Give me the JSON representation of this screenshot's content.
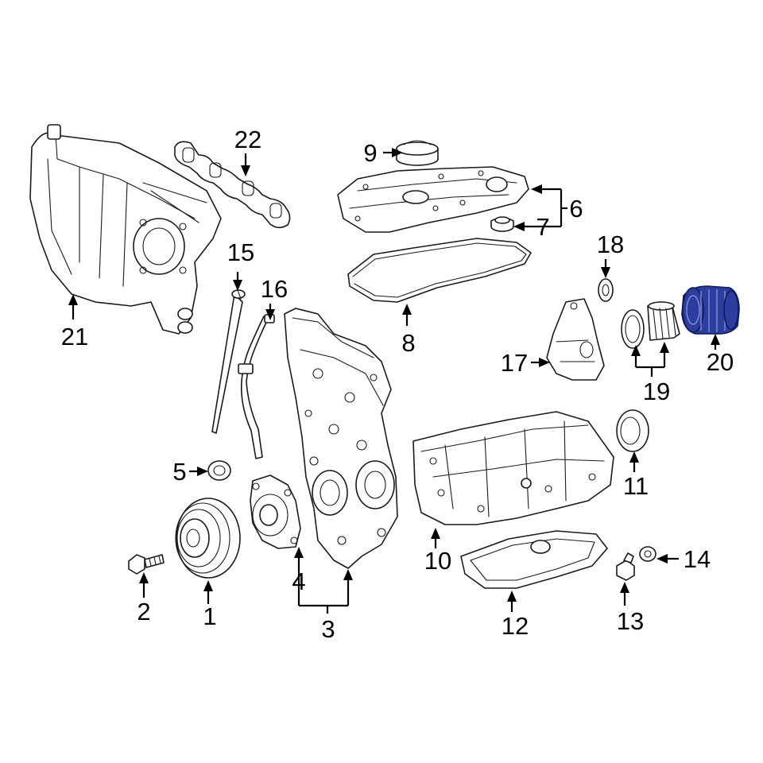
{
  "diagram": {
    "callouts": {
      "c1": "1",
      "c2": "2",
      "c3": "3",
      "c4": "4",
      "c5": "5",
      "c6": "6",
      "c7": "7",
      "c8": "8",
      "c9": "9",
      "c10": "10",
      "c11": "11",
      "c12": "12",
      "c13": "13",
      "c14": "14",
      "c15": "15",
      "c16": "16",
      "c17": "17",
      "c18": "18",
      "c19": "19",
      "c20": "20",
      "c21": "21",
      "c22": "22"
    },
    "highlighted_part": "20",
    "colors": {
      "line": "#1a1a1a",
      "highlight": "#2c3d9e",
      "background": "#ffffff"
    }
  }
}
